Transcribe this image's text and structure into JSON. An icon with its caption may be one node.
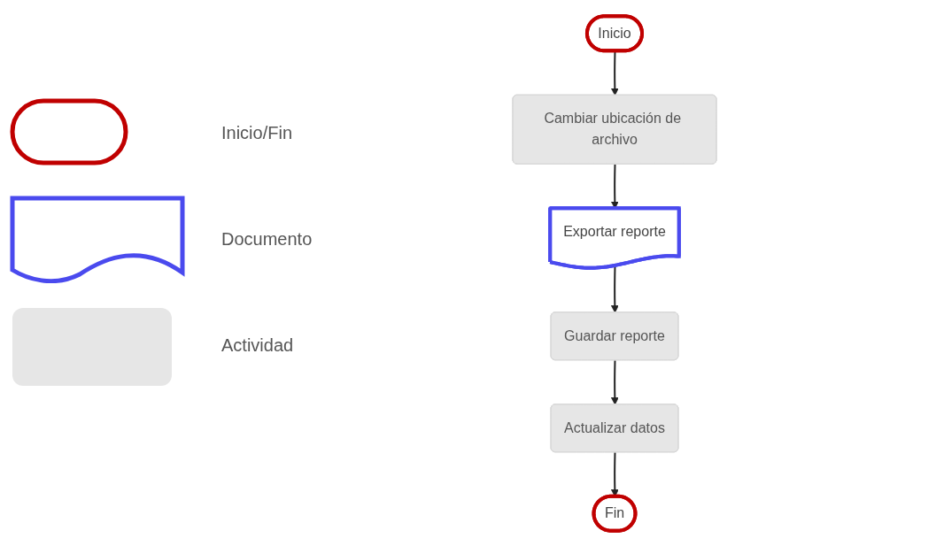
{
  "diagram": {
    "nodes": [
      {
        "text": [
          "Inicio"
        ]
      },
      {
        "text": [
          "Cambiar ubicación de archivo"
        ]
      },
      {
        "text": [
          "Exportar reporte"
        ]
      },
      {
        "text": [
          "Guardar reporte"
        ]
      },
      {
        "text": [
          "Actualizar datos"
        ]
      },
      {
        "text": [
          "Fin"
        ]
      }
    ],
    "edges": [
      {
        "from": 0,
        "to": 1,
        "arrow": "to"
      },
      {
        "from": 1,
        "to": 2,
        "arrow": "to"
      },
      {
        "from": 2,
        "to": 3,
        "arrow": "to"
      },
      {
        "from": 3,
        "to": 4,
        "arrow": "to"
      },
      {
        "from": 4,
        "to": 5,
        "arrow": "to"
      }
    ],
    "legend": [
      {
        "text": "Inicio/Fin"
      },
      {
        "text": "Documento"
      },
      {
        "text": "Actividad"
      }
    ]
  }
}
